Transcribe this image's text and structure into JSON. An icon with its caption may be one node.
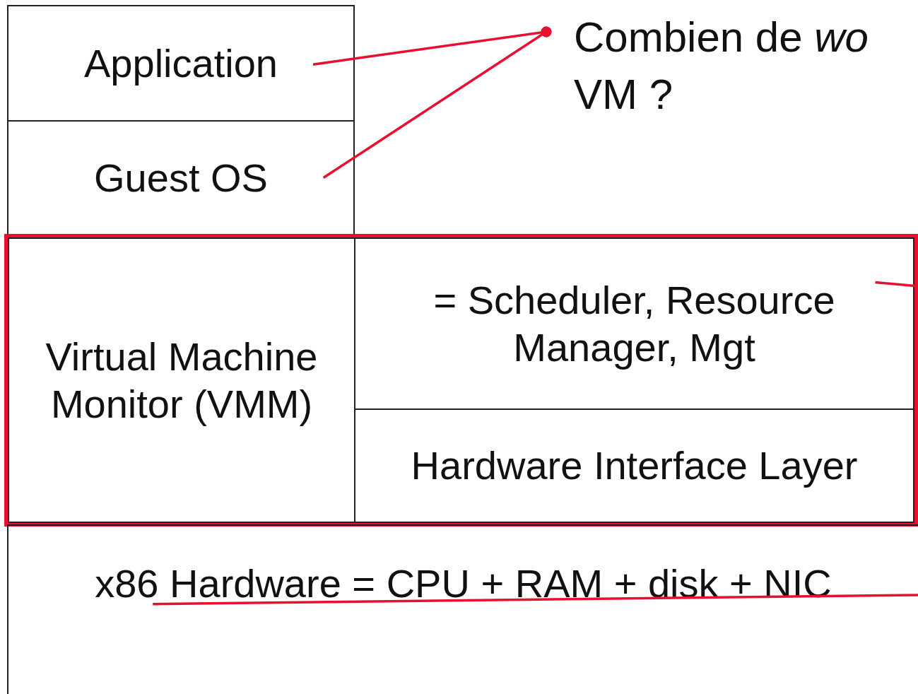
{
  "diagram": {
    "nodes": [
      {
        "text": [
          "Application"
        ]
      },
      {
        "text": [
          "Guest OS"
        ]
      },
      {
        "text": [],
        "shape": "box"
      },
      {
        "text": [
          "Virtual Machine Monitor (VMM)"
        ],
        "in": 2
      },
      {
        "text": [
          "= Scheduler, Resource Manager, Mgt"
        ],
        "in": 2
      },
      {
        "text": [
          "Hardware Interface Layer"
        ],
        "in": 2
      },
      {
        "text": [
          "x86 Hardware = CPU + RAM + disk + NIC"
        ]
      },
      {
        "text": [
          "Combien de *wo* VM ?"
        ]
      }
    ],
    "edges": [
      {
        "from": 0,
        "to": 7,
        "arrow": "other",
        "color": "#e8102e"
      },
      {
        "from": 1,
        "to": 7,
        "arrow": "other",
        "color": "#e8102e"
      },
      {
        "from": 4,
        "to": null,
        "arrow": "none",
        "color": "#e8102e"
      },
      {
        "from": 6,
        "to": null,
        "arrow": "none",
        "color": "#e8102e"
      }
    ]
  }
}
